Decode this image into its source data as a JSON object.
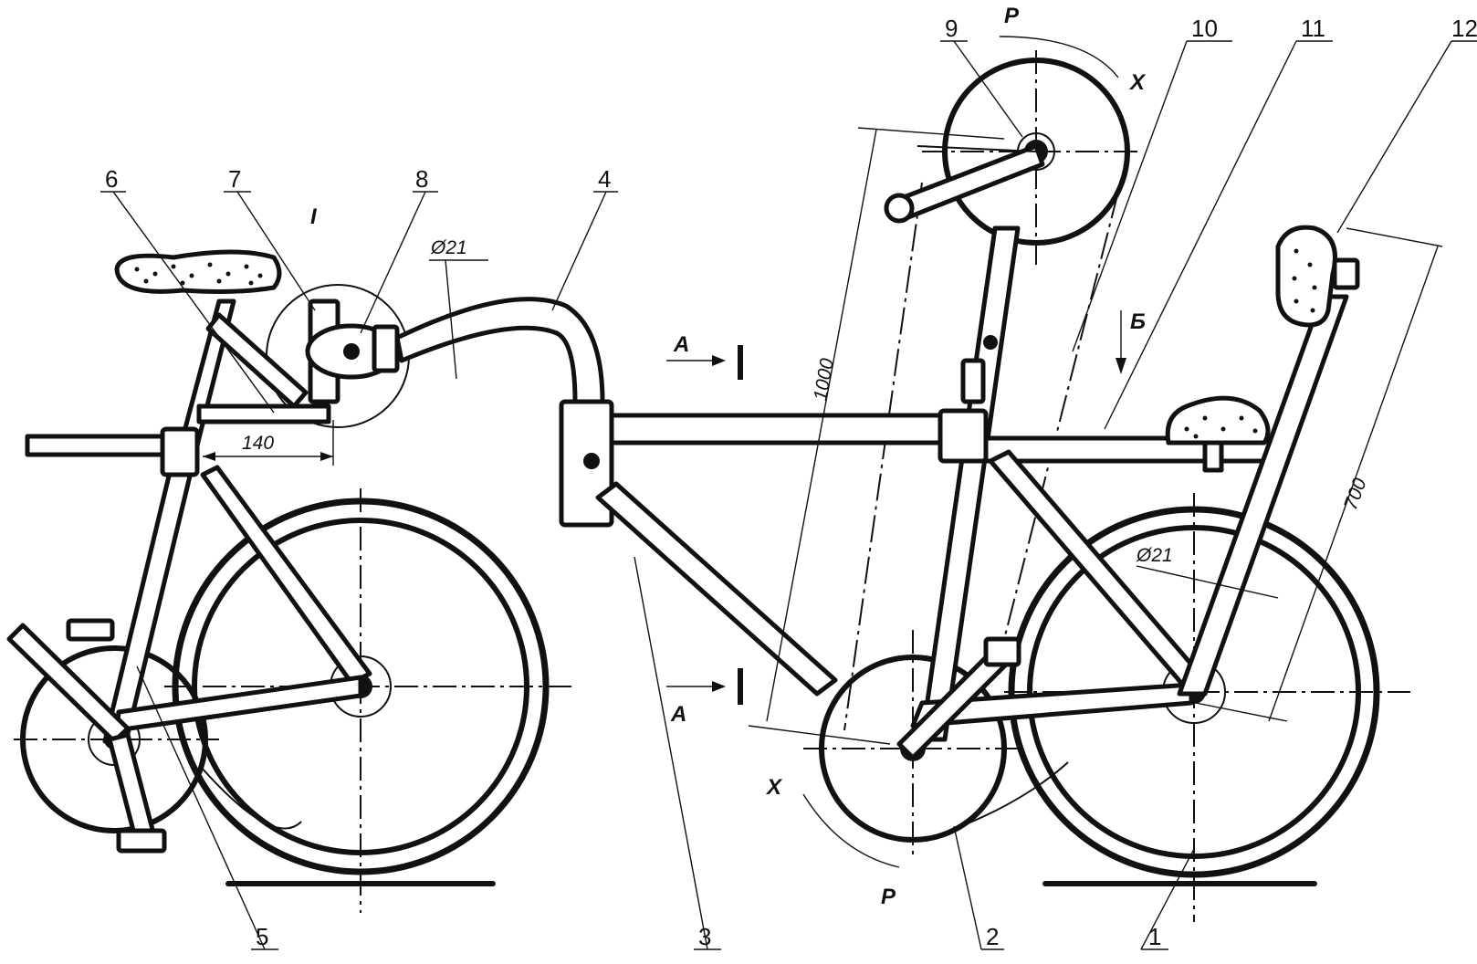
{
  "parts": {
    "1": "1",
    "2": "2",
    "3": "3",
    "4": "4",
    "5": "5",
    "6": "6",
    "7": "7",
    "8": "8",
    "9": "9",
    "10": "10",
    "11": "11",
    "12": "12"
  },
  "dimensions": {
    "length_140": "140",
    "length_1000": "1000",
    "length_700": "700",
    "diam_handlebar": "Ø21",
    "diam_seatpost": "Ø21"
  },
  "marks": {
    "section_a_top": "A",
    "section_a_bottom": "A",
    "detail_i": "I",
    "view_b": "Б",
    "force_p_top": "P",
    "force_p_bottom": "P",
    "axis_x_top": "X",
    "axis_x_bottom": "X"
  }
}
